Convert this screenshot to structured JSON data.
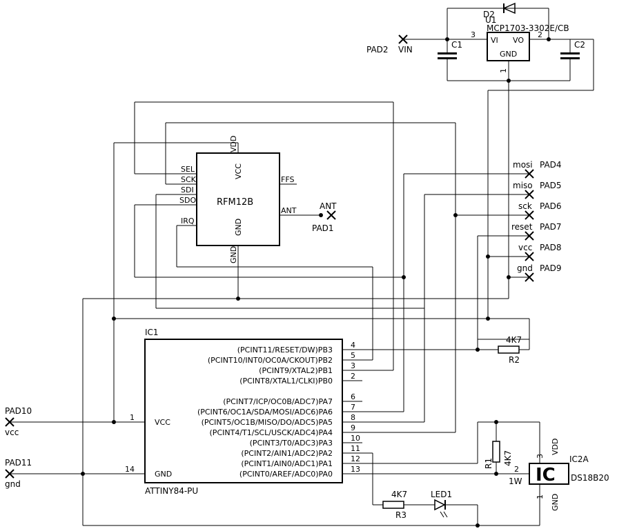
{
  "regulator": {
    "ref": "U1",
    "part": "MCP1703-3302E/CB",
    "pin_vi": "VI",
    "pin_vo": "VO",
    "pin_gnd": "GND",
    "pin_num_in": "3",
    "pin_num_out": "2",
    "pin_num_gnd": "1"
  },
  "diode": {
    "ref": "D2"
  },
  "caps": {
    "c1": "C1",
    "c2": "C2"
  },
  "vin": {
    "pad": "PAD2",
    "net": "VIN"
  },
  "rfm": {
    "name": "RFM12B",
    "pins_left": [
      "SEL",
      "SCK",
      "SDI",
      "SDO",
      "IRQ"
    ],
    "pin_vdd": "VDD",
    "pin_vcc": "VCC",
    "pin_gnd_inner": "GND",
    "pin_gnd": "GND",
    "pin_ffs": "FFS",
    "pin_ant": "ANT"
  },
  "antenna": {
    "net": "ANT",
    "pad": "PAD1"
  },
  "header": [
    {
      "net": "mosi",
      "pad": "PAD4"
    },
    {
      "net": "miso",
      "pad": "PAD5"
    },
    {
      "net": "sck",
      "pad": "PAD6"
    },
    {
      "net": "reset",
      "pad": "PAD7"
    },
    {
      "net": "vcc",
      "pad": "PAD8"
    },
    {
      "net": "gnd",
      "pad": "PAD9"
    }
  ],
  "mcu": {
    "ref": "IC1",
    "part": "ATTINY84-PU",
    "pin_vcc": "VCC",
    "pin_gnd": "GND",
    "pin_num_vcc": "1",
    "pin_num_gnd": "14",
    "pins": [
      {
        "label": "(PCINT11/RESET/DW)PB3",
        "num": "4"
      },
      {
        "label": "(PCINT10/INT0/OC0A/CKOUT)PB2",
        "num": "5"
      },
      {
        "label": "(PCINT9/XTAL2)PB1",
        "num": "3"
      },
      {
        "label": "(PCINT8/XTAL1/CLKI)PB0",
        "num": "2"
      },
      {
        "label": "(PCINT7/ICP/OC0B/ADC7)PA7",
        "num": "6"
      },
      {
        "label": "(PCINT6/OC1A/SDA/MOSI/ADC6)PA6",
        "num": "7"
      },
      {
        "label": "(PCINT5/OC1B/MISO/DO/ADC5)PA5",
        "num": "8"
      },
      {
        "label": "(PCINT4/T1/SCL/USCK/ADC4)PA4",
        "num": "9"
      },
      {
        "label": "(PCINT3/T0/ADC3)PA3",
        "num": "10"
      },
      {
        "label": "(PCINT2/AIN1/ADC2)PA2",
        "num": "11"
      },
      {
        "label": "(PCINT1/AIN0/ADC1)PA1",
        "num": "12"
      },
      {
        "label": "(PCINT0/AREF/ADC0)PA0",
        "num": "13"
      }
    ]
  },
  "vcc_pad": {
    "pad": "PAD10",
    "net": "vcc"
  },
  "gnd_pad": {
    "pad": "PAD11",
    "net": "gnd"
  },
  "resistors": {
    "r2": {
      "ref": "R2",
      "value": "4K7"
    },
    "r1": {
      "ref": "R1",
      "value": "4K7"
    },
    "r3": {
      "ref": "R3",
      "value": "4K7"
    }
  },
  "led": {
    "ref": "LED1"
  },
  "sensor": {
    "ref": "IC2A",
    "part": "DS18B20",
    "symbol": "IC",
    "pin_vdd": "VDD",
    "pin_gnd": "GND",
    "pin_1w": "1W",
    "pin_num_vdd": "3",
    "pin_num_gnd": "1",
    "pin_num_1w": "2"
  }
}
